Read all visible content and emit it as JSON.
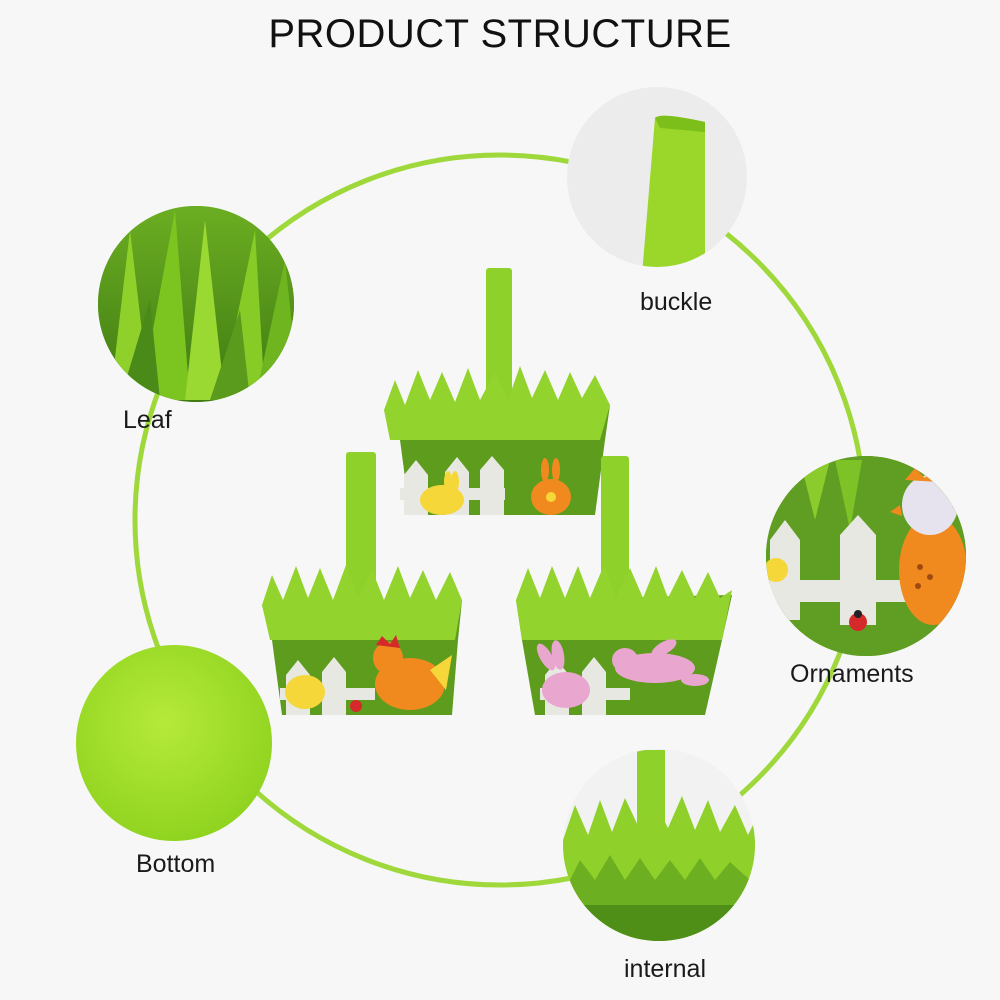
{
  "title": "PRODUCT STRUCTURE",
  "parts": {
    "buckle": "buckle",
    "leaf": "Leaf",
    "ornaments": "Ornaments",
    "bottom": "Bottom",
    "internal": "internal"
  },
  "colors": {
    "ring": "#9ed83a",
    "felt_light": "#8fd12a",
    "felt_dark": "#5a9a1c",
    "fence": "#e8e8e2",
    "orange": "#f08a1e",
    "pink": "#e9a6cf",
    "yellow": "#f5d73a"
  }
}
